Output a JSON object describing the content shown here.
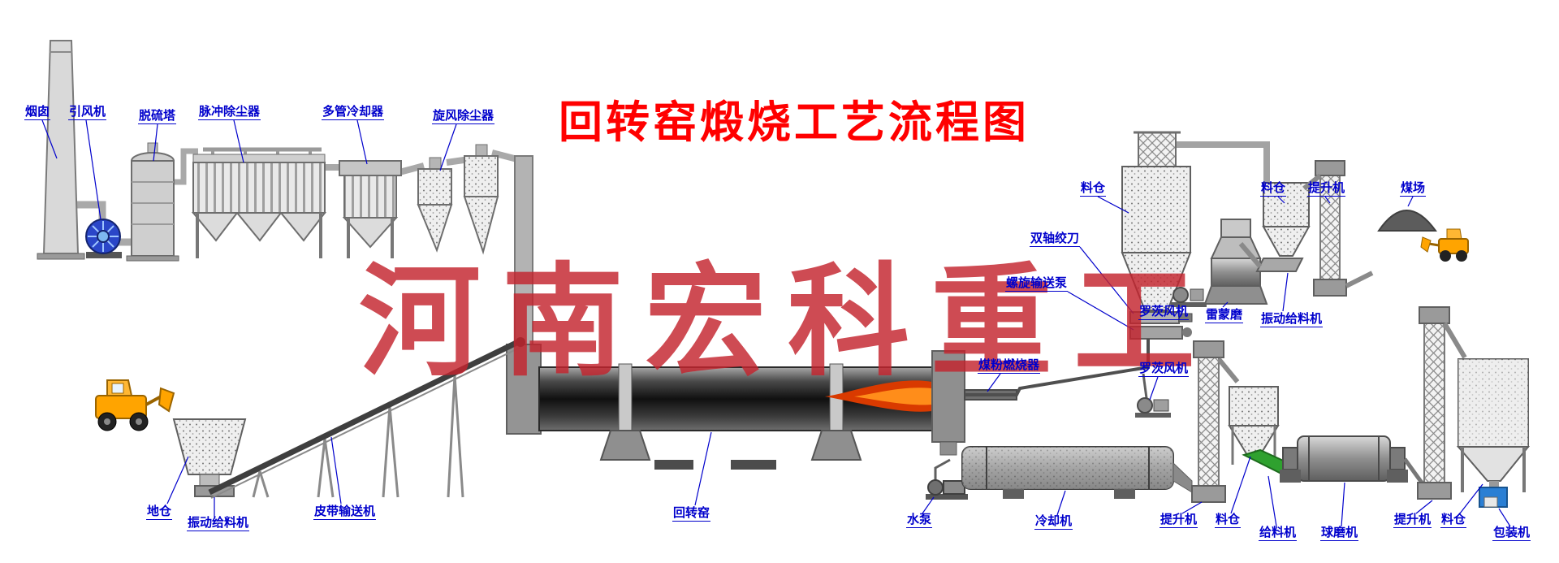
{
  "title": "回转窑煅烧工艺流程图",
  "watermark": "河南宏科重工",
  "colors": {
    "label_blue": "#0000cc",
    "title_red": "#ff0000",
    "watermark_red": "#c4242e",
    "equipment_gray": "#8f8f8f",
    "kiln_dark": "#141414",
    "fan_blue": "#2a46c8",
    "loader_orange": "#ffa400",
    "flame_red": "#d93a00",
    "flame_orange": "#ff8d1a",
    "feeder_green": "#2fa12f",
    "packing_blue": "#2a7fd4",
    "background": "#ffffff"
  },
  "labels": [
    {
      "id": "chimney",
      "text": "烟囱"
    },
    {
      "id": "induced-draft-fan",
      "text": "引风机"
    },
    {
      "id": "desulfurization-tower",
      "text": "脱硫塔"
    },
    {
      "id": "pulse-dust-collector",
      "text": "脉冲除尘器"
    },
    {
      "id": "multi-tube-cooler",
      "text": "多管冷却器"
    },
    {
      "id": "cyclone-dust-collector",
      "text": "旋风除尘器"
    },
    {
      "id": "coal-powder-silo",
      "text": "料仓"
    },
    {
      "id": "double-shaft-auger",
      "text": "双轴绞刀"
    },
    {
      "id": "screw-conveyor-pump",
      "text": "螺旋输送泵"
    },
    {
      "id": "roots-blower-top",
      "text": "罗茨风机"
    },
    {
      "id": "raymond-mill",
      "text": "雷蒙磨"
    },
    {
      "id": "raw-coal-silo",
      "text": "料仓"
    },
    {
      "id": "bucket-elevator-top",
      "text": "提升机"
    },
    {
      "id": "coal-yard",
      "text": "煤场"
    },
    {
      "id": "vibrating-feeder-right",
      "text": "振动给料机"
    },
    {
      "id": "coal-powder-burner",
      "text": "煤粉燃烧器"
    },
    {
      "id": "roots-blower-mid",
      "text": "罗茨风机"
    },
    {
      "id": "ground-bin",
      "text": "地仓"
    },
    {
      "id": "vibrating-feeder-left",
      "text": "振动给料机"
    },
    {
      "id": "belt-conveyor",
      "text": "皮带输送机"
    },
    {
      "id": "rotary-kiln",
      "text": "回转窑"
    },
    {
      "id": "water-pump",
      "text": "水泵"
    },
    {
      "id": "cooler",
      "text": "冷却机"
    },
    {
      "id": "bucket-elevator-mid",
      "text": "提升机"
    },
    {
      "id": "silo-mid",
      "text": "料仓"
    },
    {
      "id": "feeder",
      "text": "给料机"
    },
    {
      "id": "ball-mill",
      "text": "球磨机"
    },
    {
      "id": "bucket-elevator-right",
      "text": "提升机"
    },
    {
      "id": "product-silo",
      "text": "料仓"
    },
    {
      "id": "packing-machine",
      "text": "包装机"
    }
  ]
}
